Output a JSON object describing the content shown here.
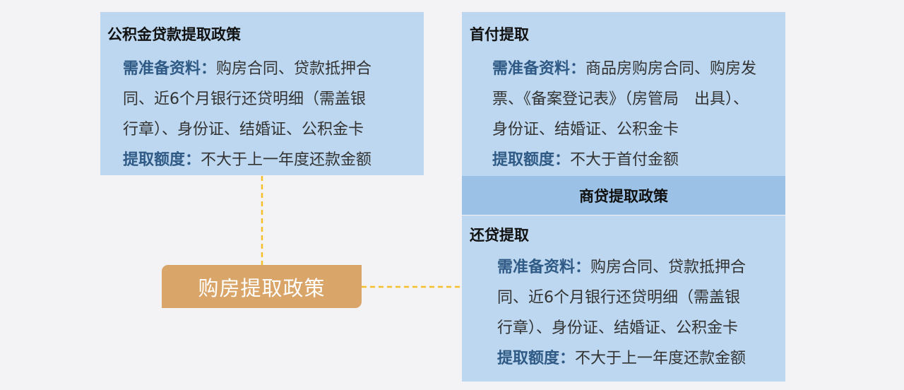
{
  "root": {
    "label": "购房提取政策"
  },
  "left_box": {
    "title": "公积金贷款提取政策",
    "materials_key": "需准备资料：",
    "materials_lines": [
      "购房合同、贷款抵押合",
      "同、近6个月银行还贷明细（需盖银",
      "行章）、身份证、结婚证、公积金卡"
    ],
    "limit_key": "提取额度：",
    "limit_value": "不大于上一年度还款金额"
  },
  "right_top_box": {
    "title": "首付提取",
    "materials_key": "需准备资料：",
    "materials_lines": [
      "商品房购房合同、购房发",
      "票、《备案登记表》（房管局　出具）、",
      "身份证、结婚证、公积金卡"
    ],
    "limit_key": "提取额度：",
    "limit_value": "不大于首付金额"
  },
  "header_band": {
    "label": "商贷提取政策"
  },
  "right_bottom_box": {
    "title": "还贷提取",
    "materials_key": "需准备资料：",
    "materials_lines": [
      "购房合同、贷款抵押合",
      "同、近6个月银行还贷明细（需盖银",
      "行章）、身份证、结婚证、公积金卡"
    ],
    "limit_key": "提取额度：",
    "limit_value": "不大于上一年度还款金额"
  },
  "colors": {
    "box": "#bcd7ef",
    "header_band": "#9bc2e6",
    "root": "#daa568",
    "connector": "#f5c02a",
    "key_text": "#2f5a85"
  }
}
